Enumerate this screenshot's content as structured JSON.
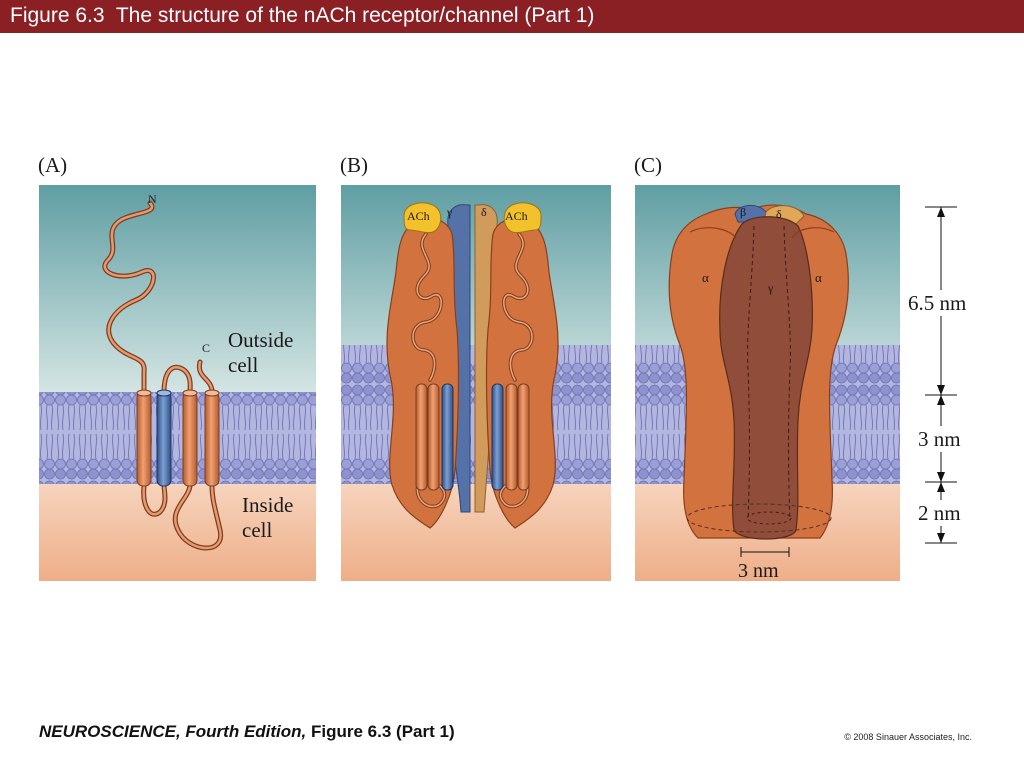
{
  "header": {
    "title": "Figure 6.3  The structure of the nACh receptor/channel (Part 1)"
  },
  "panels": {
    "a": {
      "label": "(A)",
      "n_terminus": "N",
      "c_terminus": "C",
      "outside_line1": "Outside",
      "outside_line2": "cell",
      "inside_line1": "Inside",
      "inside_line2": "cell"
    },
    "b": {
      "label": "(B)",
      "ach_left": "ACh",
      "ach_right": "ACh",
      "gamma": "γ",
      "delta": "δ"
    },
    "c": {
      "label": "(C)",
      "beta": "β",
      "delta": "δ",
      "alpha_left": "α",
      "alpha_right": "α",
      "gamma": "γ",
      "dim_top": "6.5 nm",
      "dim_mid": "3 nm",
      "dim_bottom": "2 nm",
      "pore_width": "3 nm"
    }
  },
  "footer": {
    "book": "NEUROSCIENCE, Fourth Edition,",
    "figure": " Figure 6.3 (Part 1)",
    "copyright": "© 2008 Sinauer Associates, Inc."
  },
  "colors": {
    "title_bar": "#8a1f24",
    "outside_top": "#5f9ea3",
    "outside_bottom": "#cfe0df",
    "membrane": "#9fa5d8",
    "inside": "#f0b694",
    "helix_orange": "#d97a48",
    "helix_blue": "#4a6fa8",
    "receptor_orange": "#d2733f",
    "receptor_dark": "#8f4d3a",
    "ach_yellow": "#f3c12b"
  }
}
